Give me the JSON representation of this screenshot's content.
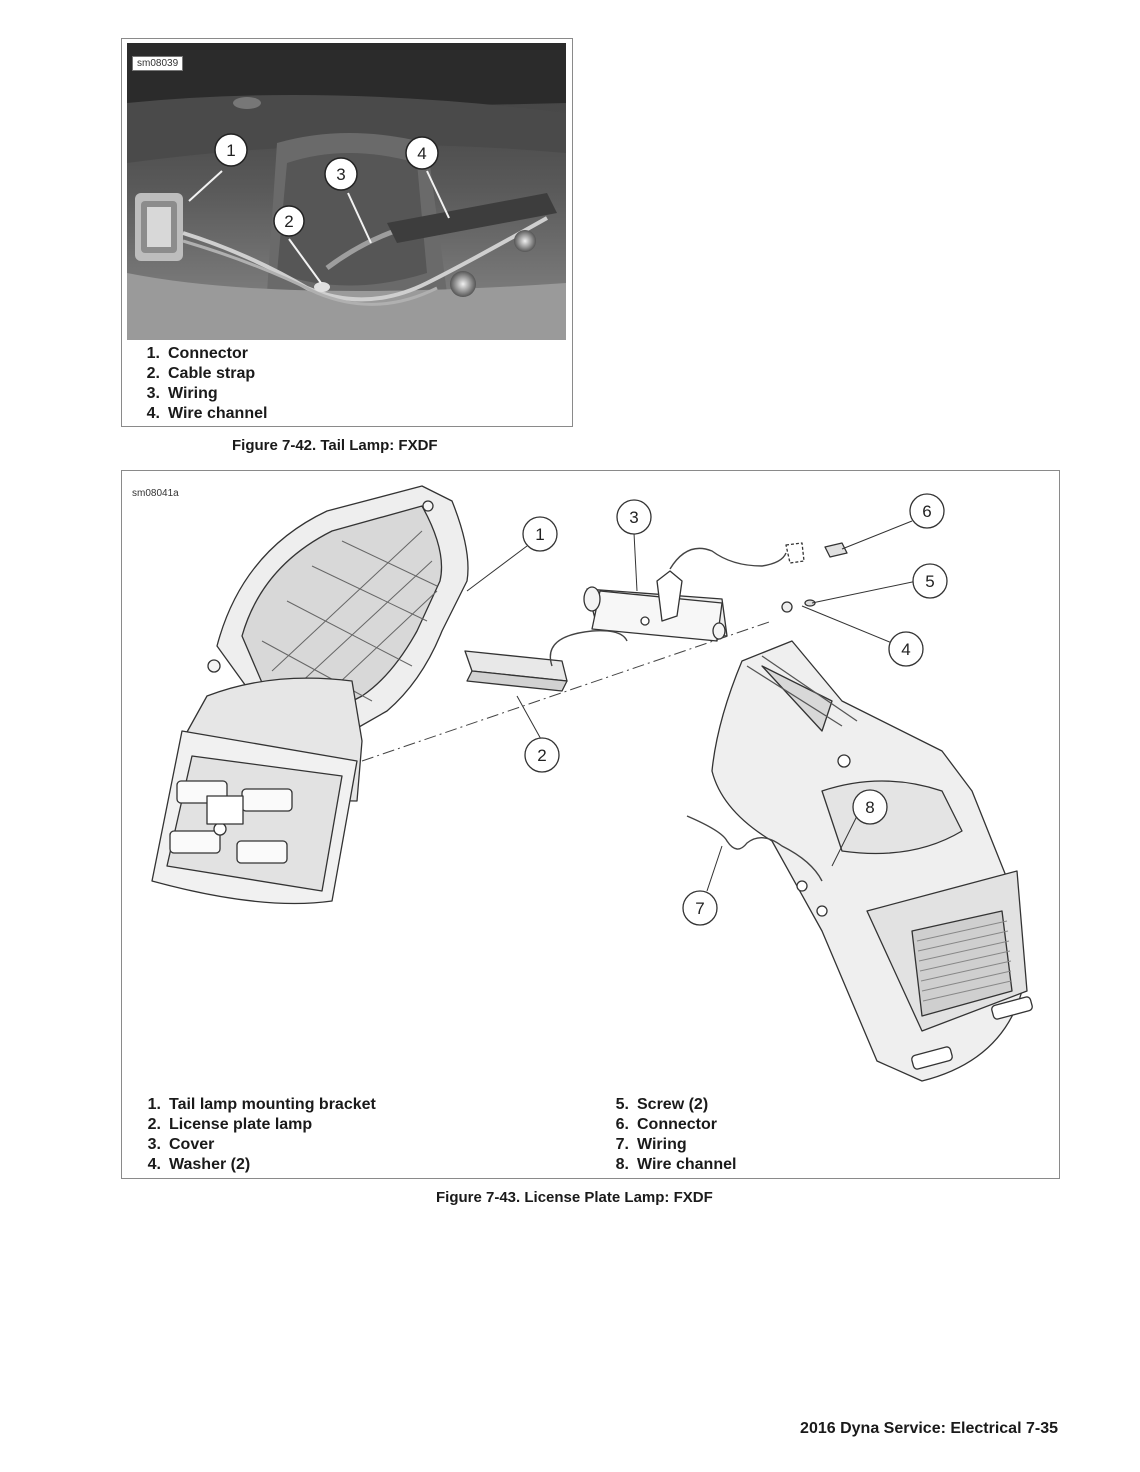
{
  "figure_1": {
    "image_tag": "sm08039",
    "callouts": [
      "1",
      "2",
      "3",
      "4"
    ],
    "legend": [
      {
        "num": "1.",
        "text": "Connector"
      },
      {
        "num": "2.",
        "text": "Cable strap"
      },
      {
        "num": "3.",
        "text": "Wiring"
      },
      {
        "num": "4.",
        "text": "Wire channel"
      }
    ],
    "caption": "Figure 7-42. Tail Lamp: FXDF"
  },
  "figure_2": {
    "image_tag": "sm08041a",
    "callouts": [
      "1",
      "2",
      "3",
      "4",
      "5",
      "6",
      "7",
      "8"
    ],
    "legend_left": [
      {
        "num": "1.",
        "text": "Tail lamp mounting bracket"
      },
      {
        "num": "2.",
        "text": "License plate lamp"
      },
      {
        "num": "3.",
        "text": "Cover"
      },
      {
        "num": "4.",
        "text": "Washer (2)"
      }
    ],
    "legend_right": [
      {
        "num": "5.",
        "text": "Screw (2)"
      },
      {
        "num": "6.",
        "text": "Connector"
      },
      {
        "num": "7.",
        "text": "Wiring"
      },
      {
        "num": "8.",
        "text": "Wire channel"
      }
    ],
    "caption": "Figure 7-43. License Plate Lamp: FXDF"
  },
  "footer": "2016 Dyna Service:  Electrical  7-35"
}
